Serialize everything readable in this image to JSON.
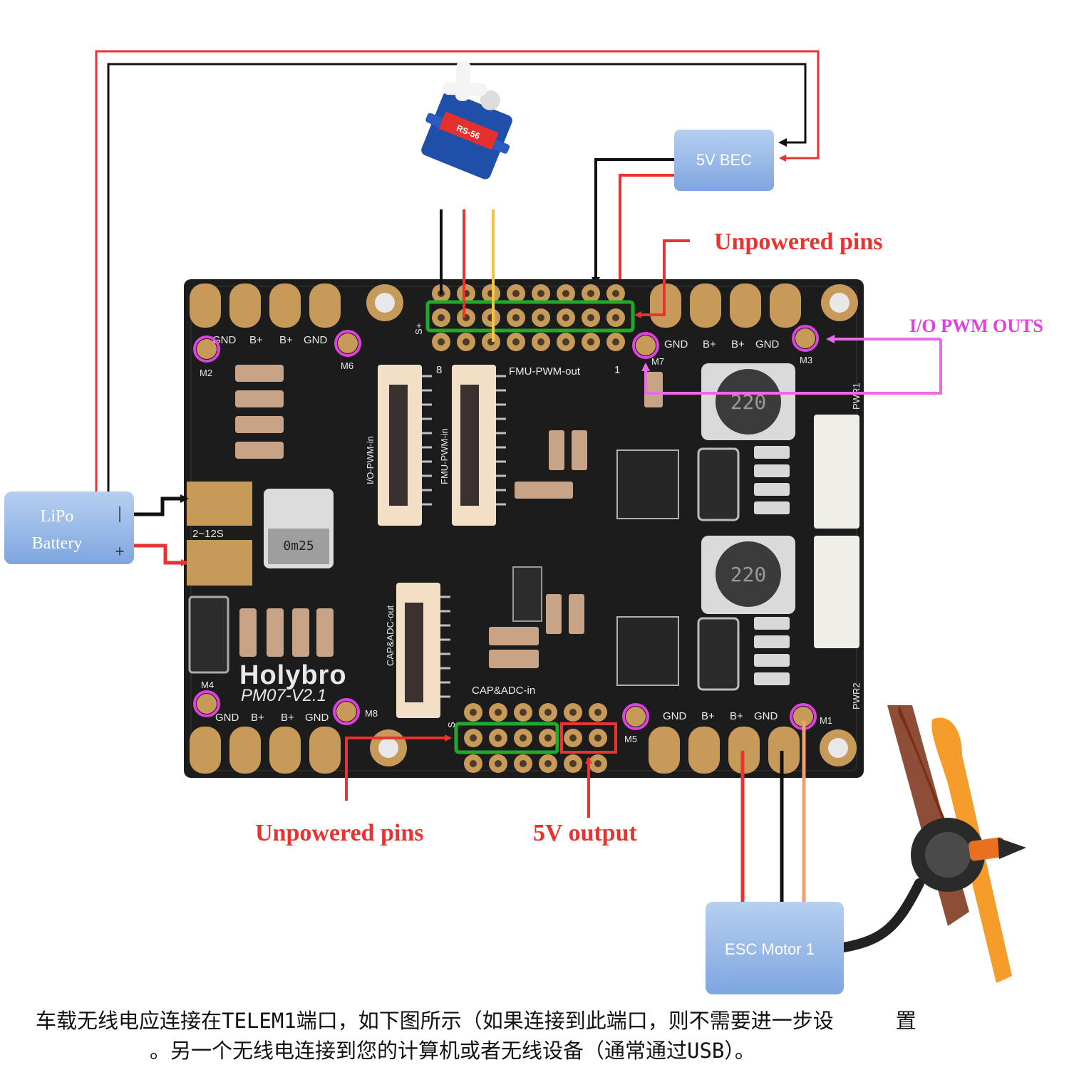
{
  "boxes": {
    "bec": "5V BEC",
    "battery_line1": "LiPo",
    "battery_line2": "Battery",
    "battery_minus": "|",
    "battery_plus": "+",
    "esc": "ESC Motor 1"
  },
  "callouts": {
    "unpowered_top": "Unpowered pins",
    "unpowered_bottom": "Unpowered pins",
    "five_v_output": "5V output",
    "io_pwm_outs": "I/O PWM OUTS"
  },
  "board": {
    "brand": "Holybro",
    "model": "PM07-V2.1",
    "pad_labels_top_left": [
      "GND",
      "B+",
      "B+",
      "GND"
    ],
    "pad_labels_top_right": [
      "GND",
      "B+",
      "B+",
      "GND"
    ],
    "pad_labels_bottom_left": [
      "GND",
      "B+",
      "B+",
      "GND"
    ],
    "pad_labels_bottom_right": [
      "GND",
      "B+",
      "B+",
      "GND"
    ],
    "motor_labels": [
      "M2",
      "M6",
      "M7",
      "M3",
      "M4",
      "M8",
      "M5",
      "M1"
    ],
    "fmu_pwm_out": "FMU-PWM-out",
    "fmu_pin_8": "8",
    "fmu_pin_1": "1",
    "s_plus": "S+",
    "io_pwm_in": "I/O-PWM-in",
    "fmu_pwm_in": "FMU-PWM-in",
    "cap_adc_out": "CAP&ADC-out",
    "cap_adc_in": "CAP&ADC-in",
    "voltage_range": "2~12S",
    "pwr1": "PWR1",
    "pwr2": "PWR2",
    "s_marker": "S",
    "inductor_small": "0m25",
    "inductor_big": "220",
    "servo_model": "RS-56"
  },
  "caption": {
    "line1": "车载无线电应连接在TELEM1端口，如下图所示（如果连接到此端口，则不需要进一步设　　　置",
    "line2": "。另一个无线电连接到您的计算机或者无线设备（通常通过USB）。"
  },
  "colors": {
    "wire_red": "#e8332f",
    "wire_black": "#111111",
    "wire_yellow": "#f5c242",
    "wire_orange": "#f0a070",
    "highlight_green": "#1faa2a",
    "highlight_magenta": "#e040e0",
    "box_blue": "#8fb4e6",
    "board": "#1c1c1c",
    "pad_gold": "#c89a5a"
  }
}
